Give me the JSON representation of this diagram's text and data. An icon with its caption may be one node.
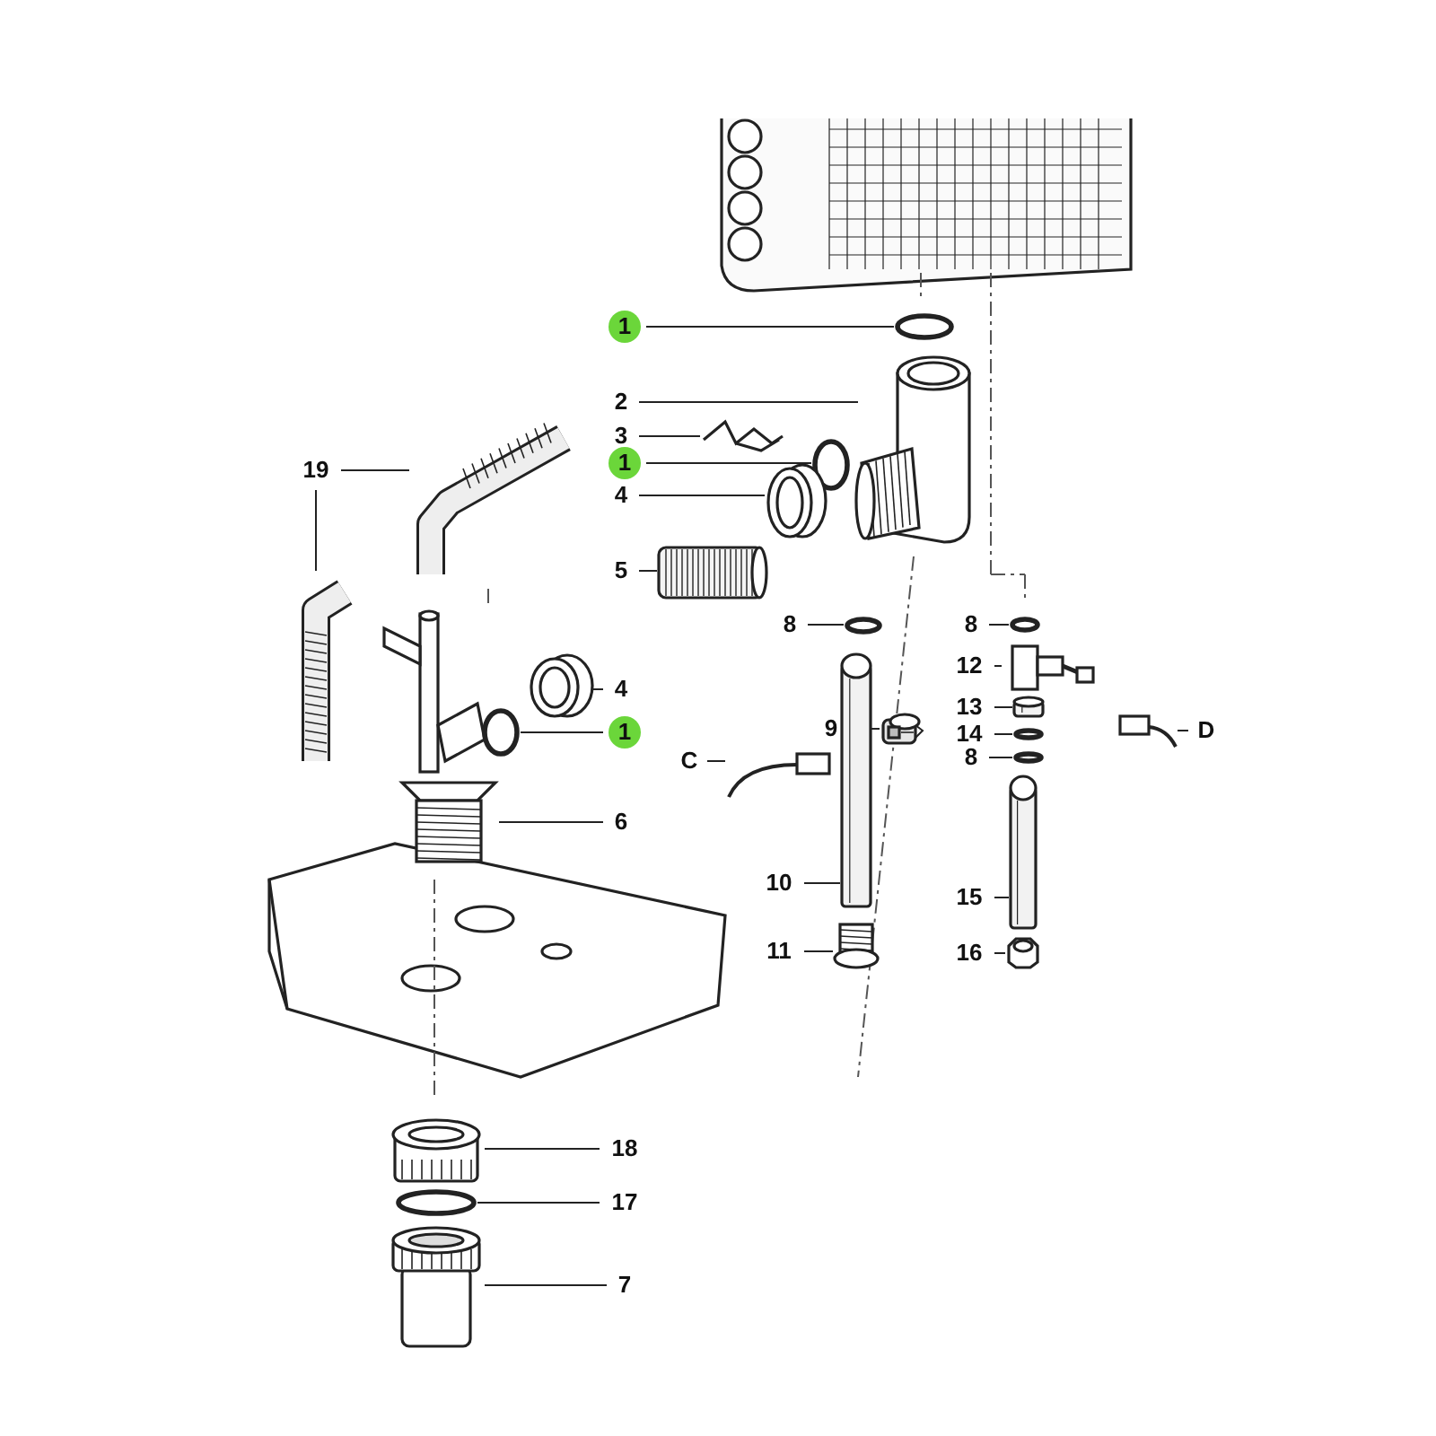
{
  "diagram": {
    "nodes": [
      {
        "text": [
          "1"
        ]
      },
      {
        "text": [],
        "shape": "circle"
      },
      {
        "text": [
          "2"
        ]
      },
      {
        "text": [],
        "shape": "picture"
      },
      {
        "text": [
          "3"
        ]
      },
      {
        "text": [],
        "shape": "picture"
      },
      {
        "text": [
          "1"
        ]
      },
      {
        "text": [],
        "shape": "circle"
      },
      {
        "text": [
          "4"
        ]
      },
      {
        "text": [],
        "shape": "picture"
      },
      {
        "text": [
          "19"
        ]
      },
      {
        "text": [],
        "shape": "picture"
      },
      {
        "text": [],
        "shape": "picture"
      },
      {
        "text": [
          "5"
        ]
      },
      {
        "text": [],
        "shape": "picture"
      },
      {
        "text": [
          "8"
        ]
      },
      {
        "text": [],
        "shape": "circle"
      },
      {
        "text": [
          "8"
        ]
      },
      {
        "text": [],
        "shape": "circle"
      },
      {
        "text": [
          "12"
        ]
      },
      {
        "text": [],
        "shape": "picture"
      },
      {
        "text": [
          "4"
        ]
      },
      {
        "text": [],
        "shape": "picture"
      },
      {
        "text": [
          "13"
        ]
      },
      {
        "text": [],
        "shape": "cylinder"
      },
      {
        "text": [
          "1"
        ]
      },
      {
        "text": [],
        "shape": "circle"
      },
      {
        "text": [
          "9"
        ]
      },
      {
        "text": [],
        "shape": "picture"
      },
      {
        "text": [
          "14"
        ]
      },
      {
        "text": [],
        "shape": "circle"
      },
      {
        "text": [
          "C"
        ]
      },
      {
        "text": [],
        "shape": "picture"
      },
      {
        "text": [
          "8"
        ]
      },
      {
        "text": [],
        "shape": "circle"
      },
      {
        "text": [
          "D"
        ]
      },
      {
        "text": [],
        "shape": "picture"
      },
      {
        "text": [
          "6"
        ]
      },
      {
        "text": [],
        "shape": "picture"
      },
      {
        "text": [
          "10"
        ]
      },
      {
        "text": [],
        "shape": "cylinder"
      },
      {
        "text": [
          "15"
        ]
      },
      {
        "text": [],
        "shape": "cylinder"
      },
      {
        "text": [
          "11"
        ]
      },
      {
        "text": [],
        "shape": "picture"
      },
      {
        "text": [
          "16"
        ]
      },
      {
        "text": [],
        "shape": "picture"
      },
      {
        "text": [
          "18"
        ]
      },
      {
        "text": [],
        "shape": "picture"
      },
      {
        "text": [
          "17"
        ]
      },
      {
        "text": [],
        "shape": "circle"
      },
      {
        "text": [
          "7"
        ]
      },
      {
        "text": [],
        "shape": "cylinder"
      }
    ],
    "edges": [
      {
        "from": 0,
        "to": 1,
        "arrow": "none"
      },
      {
        "from": 2,
        "to": 3,
        "arrow": "none"
      },
      {
        "from": 4,
        "to": 5,
        "arrow": "none"
      },
      {
        "from": 6,
        "to": 7,
        "arrow": "none"
      },
      {
        "from": 8,
        "to": 9,
        "arrow": "none"
      },
      {
        "from": 10,
        "to": 11,
        "arrow": "none"
      },
      {
        "from": 10,
        "to": 12,
        "arrow": "none"
      },
      {
        "from": 13,
        "to": 14,
        "arrow": "none"
      },
      {
        "from": 15,
        "to": 16,
        "arrow": "none"
      },
      {
        "from": 17,
        "to": 18,
        "arrow": "none"
      },
      {
        "from": 19,
        "to": 20,
        "arrow": "none"
      },
      {
        "from": 21,
        "to": 22,
        "arrow": "none"
      },
      {
        "from": 23,
        "to": 24,
        "arrow": "none"
      },
      {
        "from": 25,
        "to": 26,
        "arrow": "none"
      },
      {
        "from": 27,
        "to": 28,
        "arrow": "none"
      },
      {
        "from": 29,
        "to": 30,
        "arrow": "none"
      },
      {
        "from": 31,
        "to": 32,
        "arrow": "none"
      },
      {
        "from": 33,
        "to": 34,
        "arrow": "none"
      },
      {
        "from": 35,
        "to": 36,
        "arrow": "none"
      },
      {
        "from": 37,
        "to": 38,
        "arrow": "none"
      },
      {
        "from": 39,
        "to": 40,
        "arrow": "none"
      },
      {
        "from": 41,
        "to": 42,
        "arrow": "none"
      },
      {
        "from": 43,
        "to": 44,
        "arrow": "none"
      },
      {
        "from": 45,
        "to": 46,
        "arrow": "none"
      },
      {
        "from": 47,
        "to": 48,
        "arrow": "none"
      },
      {
        "from": 49,
        "to": 50,
        "arrow": "none"
      },
      {
        "from": 51,
        "to": 52,
        "arrow": "none"
      }
    ]
  }
}
